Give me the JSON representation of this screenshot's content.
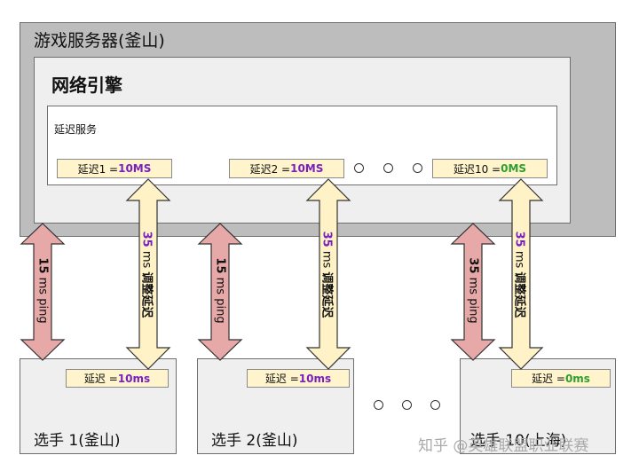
{
  "server": {
    "title": "游戏服务器(釜山)"
  },
  "engine": {
    "title": "网络引擎"
  },
  "latency_service": {
    "title": "延迟服务",
    "tags": [
      {
        "label": "延迟1 = ",
        "value": "10MS"
      },
      {
        "label": "延迟2 = ",
        "value": "10MS"
      },
      {
        "label": "延迟10 = ",
        "value": "0MS"
      }
    ]
  },
  "players": [
    {
      "name": "选手 1(釜山)",
      "delay_label": "延迟 = ",
      "delay_value": "10ms",
      "ping_value": "15",
      "ping_unit": " ms ping",
      "adjust_value": "35",
      "adjust_unit": " ms ",
      "adjust_label": "调整延迟"
    },
    {
      "name": "选手 2(釜山)",
      "delay_label": "延迟 = ",
      "delay_value": "10ms",
      "ping_value": "15",
      "ping_unit": " ms ping",
      "adjust_value": "35",
      "adjust_unit": " ms ",
      "adjust_label": "调整延迟"
    },
    {
      "name": "选手 10(上海)",
      "delay_label": "延迟 = ",
      "delay_value": "0ms",
      "ping_value": "35",
      "ping_unit": " ms ping",
      "adjust_value": "35",
      "adjust_unit": " ms ",
      "adjust_label": "调整延迟"
    }
  ],
  "watermark": "知乎 @英雄联盟职业联赛",
  "colors": {
    "ping_arrow": "#e7a8a8",
    "adjust_arrow": "#fff2c6",
    "purple": "#7a1fbf",
    "green": "#2e9e2e"
  }
}
